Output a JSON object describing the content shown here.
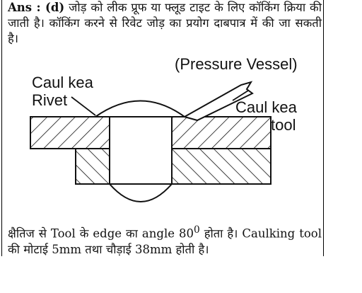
{
  "answer": {
    "prefix": "Ans : (d)",
    "text": " जोड़ को लीक प्रूफ या फ्लूड टाइट के लिए कॉकिंग क्रिया की जाती है। कॉकिंग करने से रिवेट जोड़ का प्रयोग दाबपात्र में की जा सकती है।"
  },
  "diagram": {
    "label_pressure_vessel": "(Pressure Vessel)",
    "label_caulked_rivet_line1": "Caul kea",
    "label_caulked_rivet_line2": "Rivet",
    "label_caulking_tool_line1": "Caul kea",
    "label_caulking_tool_line2": "tool"
  },
  "footer": {
    "text_part1": "क्षैतिज से Tool के edge का angle 80",
    "superscript": "0",
    "text_part2": " होता है। Caulking tool की मोटाई 5mm तथा चौड़ाई 38mm होती है।"
  }
}
